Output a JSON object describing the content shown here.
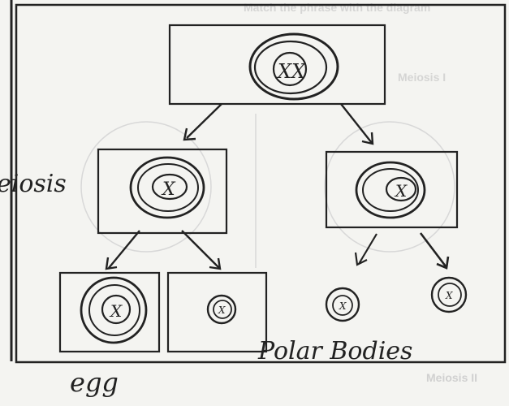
{
  "diagram": {
    "label_partial": "eiosis",
    "egg_label": "egg",
    "polar_bodies_label": "Polar Bodies",
    "cell_primary_letter": "XX",
    "cell_secondary_left_letter": "X",
    "cell_secondary_right_letter": "X",
    "cell_egg_letter": "X",
    "cell_polar1_letter": "X",
    "cell_polar2_letter": "X",
    "cell_polar3_letter": "X"
  },
  "background_text": {
    "line1": "Match the phrase with the diagram",
    "line2": "Meiosis I",
    "line3": "Meiosis II"
  },
  "colors": {
    "ink": "#222222",
    "paper": "#f4f4f1",
    "faded_print": "#c8c8c8"
  }
}
